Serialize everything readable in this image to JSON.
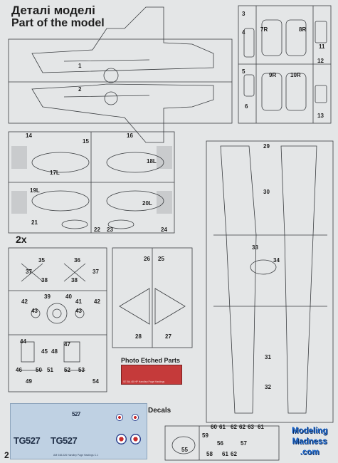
{
  "header": {
    "title_ua": "Деталі моделі",
    "title_en": "Part of the model"
  },
  "sprue_labels": [
    "1",
    "2",
    "3",
    "4",
    "5",
    "6",
    "7R",
    "8R",
    "9R",
    "10R",
    "11",
    "12",
    "13",
    "14",
    "15",
    "16",
    "17L",
    "18L",
    "19L",
    "20L",
    "21",
    "22",
    "23",
    "24",
    "25",
    "26",
    "27",
    "28",
    "29",
    "30",
    "31",
    "32",
    "33",
    "34",
    "35",
    "36",
    "37",
    "37",
    "38",
    "38",
    "39",
    "40",
    "41",
    "42",
    "42",
    "43",
    "43",
    "44",
    "45",
    "46",
    "47",
    "48",
    "49",
    "50",
    "51",
    "52",
    "53",
    "54",
    "55",
    "56",
    "57",
    "58",
    "59",
    "60",
    "61",
    "62",
    "62",
    "63",
    "61",
    "61",
    "62"
  ],
  "multiplier": "2x",
  "photo_etched": {
    "label": "Photo Etched Parts",
    "fret_text": "SE BA 48 HP Handley Page Hastings"
  },
  "decals": {
    "label": "Decals",
    "registration_left": "TG527",
    "registration_right": "TG527",
    "small_code": "527",
    "footer": "AM 048-026 Handley Page Hastings C.1"
  },
  "page_number": "2",
  "watermark": {
    "line1": "Modeling",
    "line2": "Madness",
    "line3": ".com"
  },
  "colors": {
    "paper": "#e4e6e7",
    "ink": "#1e1e1e",
    "pe_red": "#c53a3a",
    "decal_blue": "#bfd1e3",
    "logo_blue": "#1e66c8"
  }
}
